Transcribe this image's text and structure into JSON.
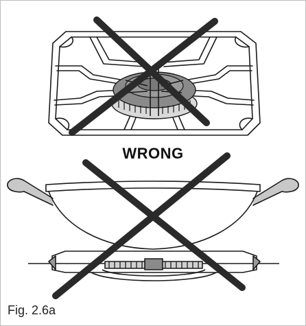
{
  "diagram": {
    "warning_label": "WRONG",
    "figure_caption": "Fig. 2.6a",
    "icons": [
      "pan-support-grid-illustration",
      "burner-illustration",
      "wok-pan-illustration",
      "cross-mark-icon"
    ],
    "colors": {
      "line": "#1a1a1a",
      "cross": "#2a2a2a",
      "burner_fill": "#8a8a8a",
      "pan_fill": "#c8c8c8",
      "border": "#bdbdbd"
    }
  }
}
